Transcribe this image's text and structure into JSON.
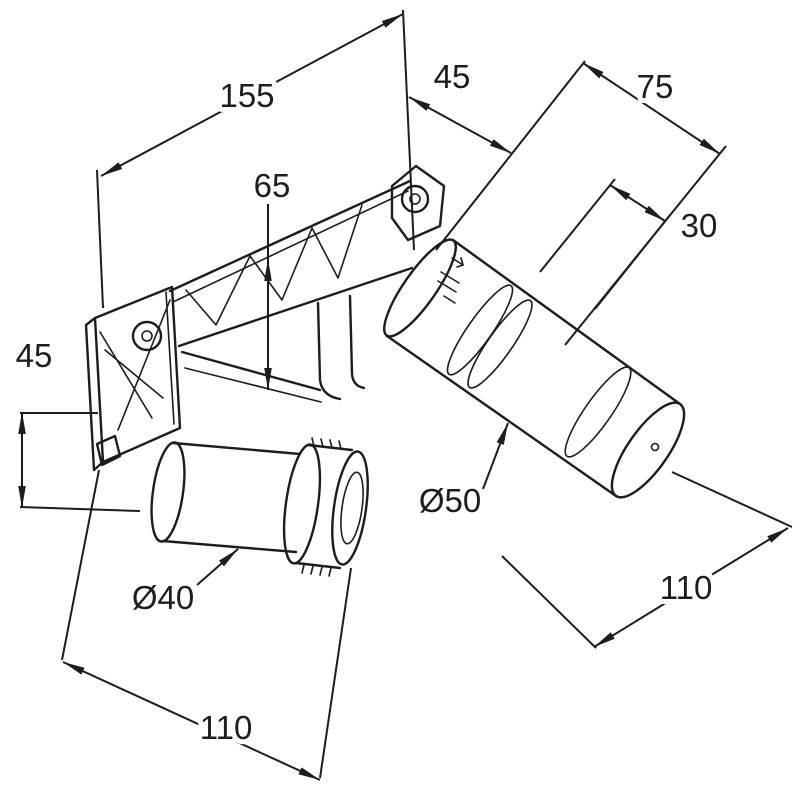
{
  "labels": {
    "width_155": "155",
    "offset_45_top": "45",
    "offset_75": "75",
    "offset_30": "30",
    "height_65": "65",
    "height_45_left": "45",
    "diameter_50": "Ø50",
    "diameter_40": "Ø40",
    "depth_110_right": "110",
    "depth_110_bottom": "110"
  },
  "colors": {
    "line": "#1d1d1b",
    "background": "#ffffff"
  }
}
